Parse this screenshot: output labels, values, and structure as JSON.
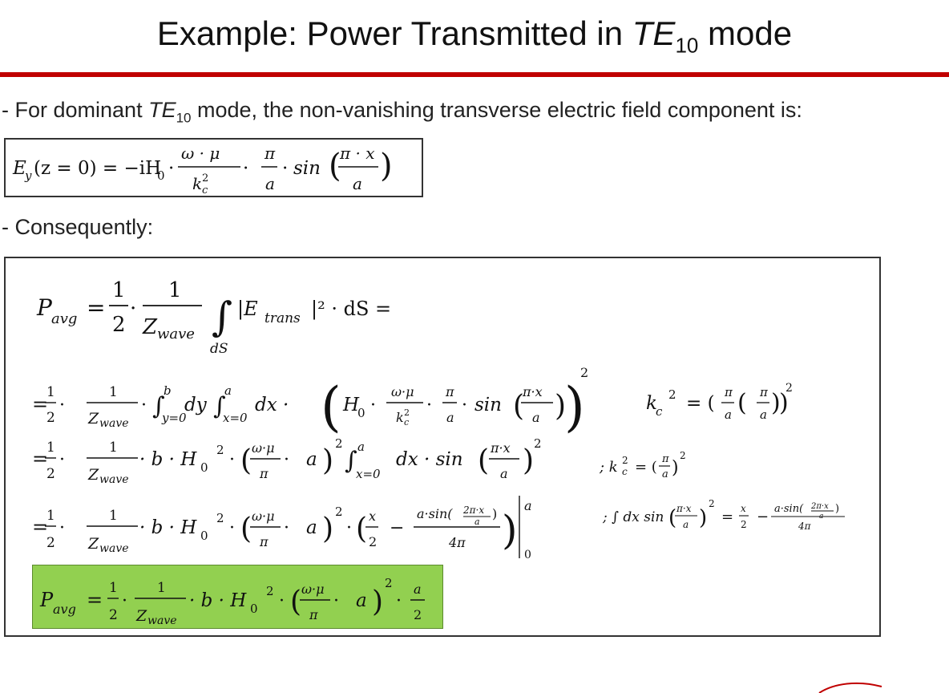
{
  "slide": {
    "title_pre": "Example: Power Transmitted in ",
    "title_mode": "TE",
    "title_sub": "10",
    "title_post": " mode",
    "bullet1_pre": "- For dominant ",
    "bullet1_mode": "TE",
    "bullet1_sub": "10",
    "bullet1_post": " mode, the non-vanishing  transverse electric field component is:",
    "bullet2": "- Consequently:"
  },
  "equations": {
    "ey_lhs": "E",
    "ey_sub": "y",
    "ey_arg": "(z = 0) = −iH",
    "ey_h_sub": "0",
    "wmu": "ω · μ",
    "kc": "k",
    "kc_sub": "c",
    "two": "2",
    "pi": "π",
    "a": "a",
    "sin": "sin",
    "pix": "π · x",
    "p_avg": "P",
    "avg_sub": "avg",
    "one": "1",
    "z": "Z",
    "wave_sub": "wave",
    "integral_rhs": "|E",
    "trans_sub": "trans",
    "integral_tail": "|² · dS =",
    "ds_sub": "dS",
    "l2_int": "∫",
    "l2_b": "b",
    "l2_y0": "y=0",
    "l2_dy": "dy",
    "l2_x0": "x=0",
    "l2_dx": "dx ·",
    "h0": "H",
    "h_sub": "0",
    "wmu_short": "ω·μ",
    "pix_short": "π·x",
    "kc_eq": "k",
    "kc_eq_rhs": "= (",
    "l3_b": "· b · H",
    "l3_dxsin": "dx · sin",
    "note1": "; k",
    "note1_rhs": "= (",
    "l4_x": "x",
    "l4_asin": "a·sin(",
    "l4_2pix": "2π·x",
    "l4_4pi": "4π",
    "zero": "0",
    "note2": "; ∫ dx sin",
    "eq": "=",
    "minus": "−",
    "dot": "·"
  }
}
